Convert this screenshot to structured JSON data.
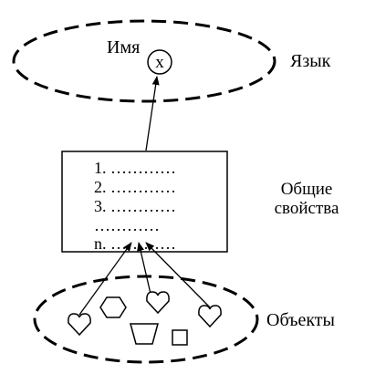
{
  "diagram": {
    "language_label": "Язык",
    "name_label": "Имя",
    "variable_symbol": "x",
    "properties_label_line1": "Общие",
    "properties_label_line2": "свойства",
    "objects_label": "Объекты",
    "property_items": [
      "1. …………",
      "2. …………",
      "3. …………",
      "…………",
      "n. …………"
    ],
    "shapes": [
      "heart-shape",
      "hexagon-shape",
      "heart-shape",
      "trapezoid-shape",
      "square-shape",
      "heart-shape"
    ]
  }
}
